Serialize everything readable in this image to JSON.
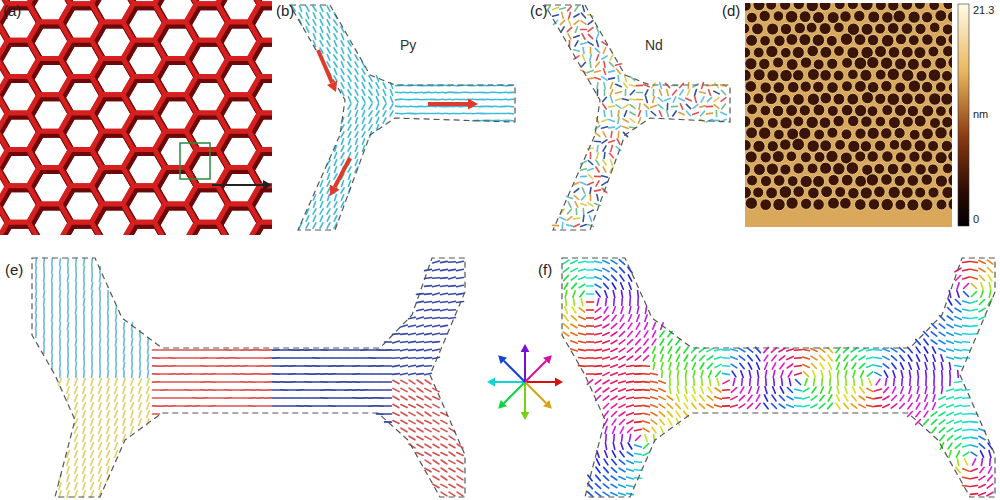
{
  "diagram": {
    "labels": [
      "(a)",
      "(b)",
      "Py",
      "(c)",
      "Nd",
      "(d)",
      "21.3",
      "nm",
      "0",
      "(e)",
      "(f)"
    ]
  }
}
